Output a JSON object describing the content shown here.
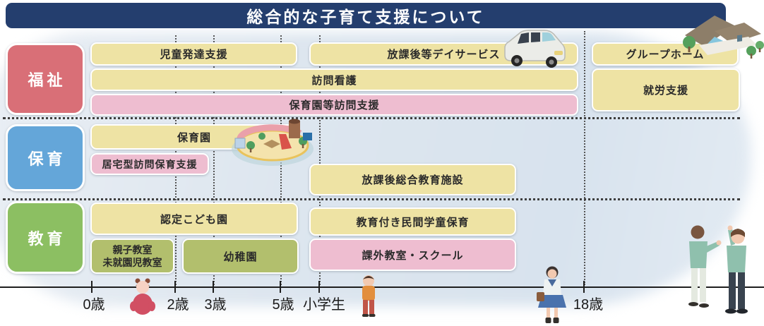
{
  "title": "総合的な子育て支援について",
  "categories": [
    {
      "label": "福祉",
      "color": "#d96f77"
    },
    {
      "label": "保育",
      "color": "#64a6d9"
    },
    {
      "label": "教育",
      "color": "#8cbf62"
    }
  ],
  "bars": [
    {
      "section": "福祉",
      "label": "児童発達支援",
      "style": "yellow"
    },
    {
      "section": "福祉",
      "label": "放課後等デイサービス",
      "style": "yellow"
    },
    {
      "section": "福祉",
      "label": "グループホーム",
      "style": "yellow"
    },
    {
      "section": "福祉",
      "label": "訪問看護",
      "style": "yellow"
    },
    {
      "section": "福祉",
      "label": "就労支援",
      "style": "yellow"
    },
    {
      "section": "福祉",
      "label": "保育園等訪問支援",
      "style": "pink"
    },
    {
      "section": "保育",
      "label": "保育園",
      "style": "yellow"
    },
    {
      "section": "保育",
      "label": "居宅型訪問保育支援",
      "style": "pink"
    },
    {
      "section": "保育",
      "label": "放課後総合教育施設",
      "style": "yellow"
    },
    {
      "section": "教育",
      "label": "認定こども園",
      "style": "yellow"
    },
    {
      "section": "教育",
      "label": "教育付き民間学童保育",
      "style": "yellow"
    },
    {
      "section": "教育",
      "label": "親子教室",
      "label2": "未就園児教室",
      "style": "olive"
    },
    {
      "section": "教育",
      "label": "幼稚園",
      "style": "olive"
    },
    {
      "section": "教育",
      "label": "課外教室・スクール",
      "style": "pink"
    }
  ],
  "axis": {
    "ticks": [
      "0歳",
      "2歳",
      "3歳",
      "5歳",
      "小学生",
      "18歳"
    ]
  },
  "colors": {
    "title_bg": "#243e6e",
    "bar_yellow": "#eee3a4",
    "bar_pink": "#eebdd0",
    "bar_olive": "#b2bf6d",
    "welfare": "#d96f77",
    "childcare": "#64a6d9",
    "education": "#8cbf62",
    "background_blob": "#dde6ef"
  },
  "icons": [
    "minivan-icon",
    "group-home-house-icon",
    "playground-icon",
    "baby-icon",
    "child-icon",
    "school-student-icon",
    "adults-talking-icon"
  ]
}
